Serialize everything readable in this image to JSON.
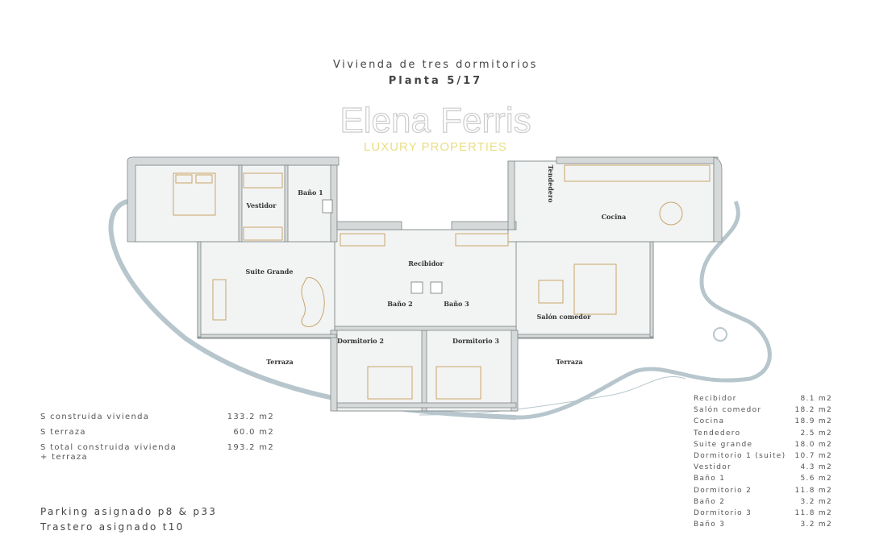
{
  "header": {
    "title": "Vivienda de tres dormitorios",
    "subtitle": "Planta 5/17"
  },
  "rooms": {
    "vestidor": "Vestidor",
    "bano1": "Baño 1",
    "suite": "Suite Grande",
    "recibidor": "Recibidor",
    "bano2": "Baño 2",
    "bano3": "Baño 3",
    "dorm2": "Dormitorio 2",
    "dorm3": "Dormitorio 3",
    "terraza_left": "Terraza",
    "terraza_right": "Terraza",
    "tendedero": "Tendedero",
    "cocina": "Cocina",
    "salon": "Salón comedor"
  },
  "watermark": {
    "name": "Elena Ferris",
    "tagline": "LUXURY PROPERTIES"
  },
  "summary": [
    {
      "label": "S construida vivienda",
      "value": "133.2 m2"
    },
    {
      "label": "S terraza",
      "value": "60.0 m2"
    },
    {
      "label": "S total construida vivienda",
      "label2": "+ terraza",
      "value": "193.2 m2"
    }
  ],
  "extras": {
    "parking": "Parking asignado p8 & p33",
    "storage": "Trastero asignado t10"
  },
  "room_areas": [
    {
      "name": "Recibidor",
      "area": "8.1 m2"
    },
    {
      "name": "Salón comedor",
      "area": "18.2 m2"
    },
    {
      "name": "Cocina",
      "area": "18.9 m2"
    },
    {
      "name": "Tendedero",
      "area": "2.5 m2"
    },
    {
      "name": "Suite grande",
      "area": "18.0 m2"
    },
    {
      "name": "Dormitorio 1 (suite)",
      "area": "10.7 m2"
    },
    {
      "name": "Vestidor",
      "area": "4.3 m2"
    },
    {
      "name": "Baño 1",
      "area": "5.6 m2"
    },
    {
      "name": "Dormitorio 2",
      "area": "11.8 m2"
    },
    {
      "name": "Baño 2",
      "area": "3.2 m2"
    },
    {
      "name": "Dormitorio 3",
      "area": "11.8 m2"
    },
    {
      "name": "Baño 3",
      "area": "3.2 m2"
    }
  ],
  "colors": {
    "wall": "#d6d9d9",
    "outline": "#7f8687",
    "furniture": "#c8a76a",
    "terrace": "#b7c6cc",
    "watermark": "#e2d45a"
  }
}
